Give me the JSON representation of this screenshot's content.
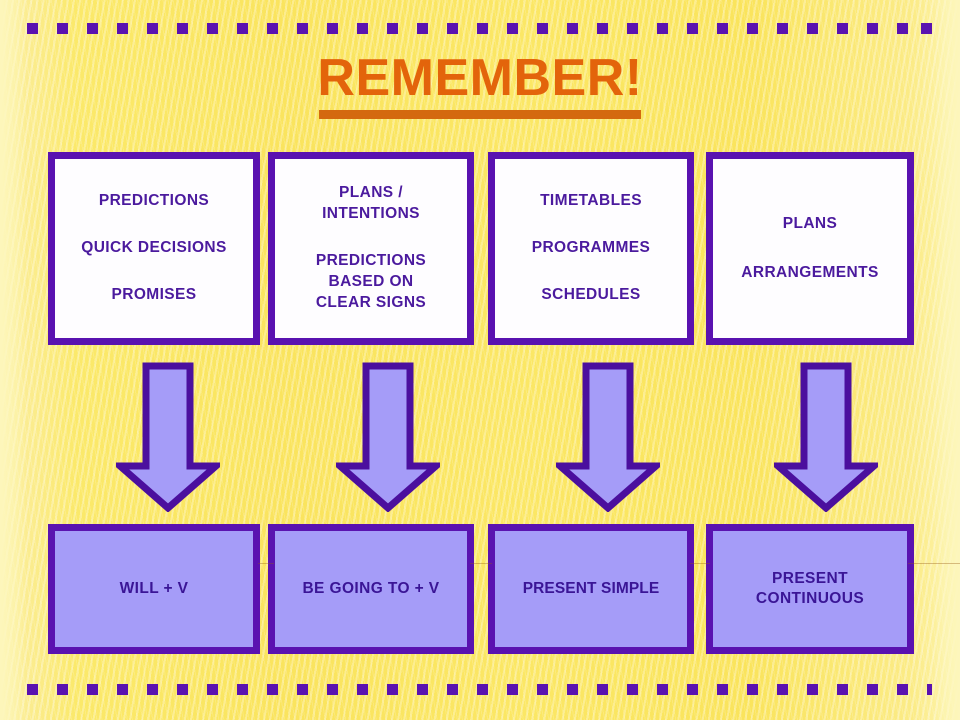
{
  "slide": {
    "title": "REMEMBER!",
    "background_color": "#fae45e",
    "accent_color": "#5a12b0",
    "title_color": "#e3640b",
    "box_fill_top": "#fefdff",
    "box_fill_bottom": "#a59cf8"
  },
  "columns": [
    {
      "id": "will",
      "uses": [
        {
          "lines": [
            "PREDICTIONS"
          ]
        },
        {
          "lines": [
            "QUICK DECISIONS"
          ]
        },
        {
          "lines": [
            "PROMISES"
          ]
        }
      ],
      "arrow": "down-arrow-icon",
      "form": {
        "lines": [
          "WILL + V"
        ]
      }
    },
    {
      "id": "be-going-to",
      "uses": [
        {
          "lines": [
            "PLANS /",
            "INTENTIONS"
          ]
        },
        {
          "lines": [
            "PREDICTIONS",
            "BASED ON",
            "CLEAR SIGNS"
          ]
        }
      ],
      "arrow": "down-arrow-icon",
      "form": {
        "lines": [
          "BE GOING TO + V"
        ]
      }
    },
    {
      "id": "present-simple",
      "uses": [
        {
          "lines": [
            "TIMETABLES"
          ]
        },
        {
          "lines": [
            "PROGRAMMES"
          ]
        },
        {
          "lines": [
            "SCHEDULES"
          ]
        }
      ],
      "arrow": "down-arrow-icon",
      "form": {
        "lines": [
          "PRESENT SIMPLE"
        ]
      }
    },
    {
      "id": "present-continuous",
      "uses": [
        {
          "lines": [
            "PLANS"
          ]
        },
        {
          "lines": [
            "ARRANGEMENTS"
          ]
        }
      ],
      "arrow": "down-arrow-icon",
      "form": {
        "lines": [
          "PRESENT",
          "CONTINUOUS"
        ]
      }
    }
  ]
}
